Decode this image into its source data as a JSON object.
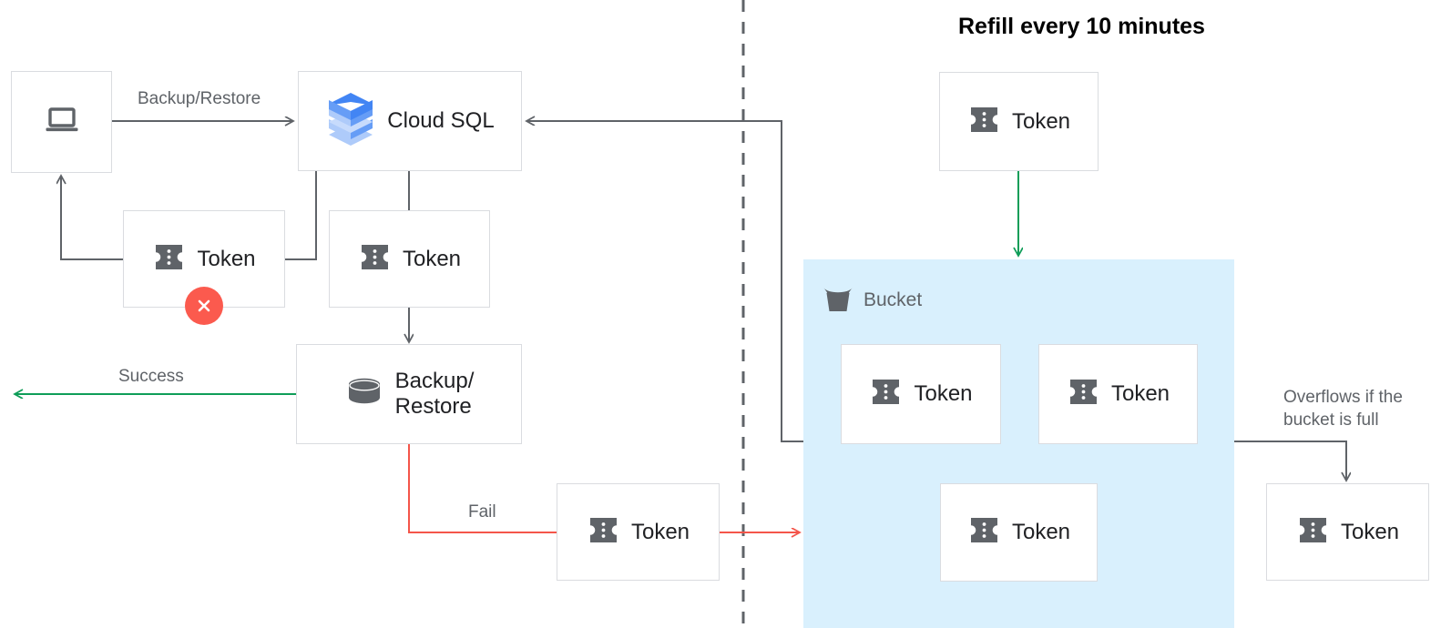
{
  "diagram": {
    "title": "Refill every 10 minutes",
    "colors": {
      "token_icon": "#5f6368",
      "box_border": "#dadce0",
      "bucket_fill": "#d9f0fd",
      "success_green": "#0f9d58",
      "refill_green": "#0f9d58",
      "fail_red": "#f4554a",
      "error_badge": "#fb5a4e",
      "arrow_gray": "#5f6368",
      "label_gray": "#5f6368",
      "cloudsql_blue_dark": "#4285f4",
      "cloudsql_blue_mid": "#669df6",
      "cloudsql_blue_light": "#aecbfa"
    }
  },
  "nodes": {
    "client": {
      "label": "",
      "icon": "laptop-icon"
    },
    "cloud_sql": {
      "label": "Cloud SQL",
      "icon": "cloud-sql-icon"
    },
    "token_rejected": {
      "label": "Token",
      "icon": "token-icon",
      "badge": "error-x-badge"
    },
    "token_consumed": {
      "label": "Token",
      "icon": "token-icon"
    },
    "backup_restore": {
      "label": "Backup/\nRestore",
      "icon": "database-icon"
    },
    "token_fail": {
      "label": "Token",
      "icon": "token-icon"
    },
    "token_refill": {
      "label": "Token",
      "icon": "token-icon"
    },
    "token_bucket_1": {
      "label": "Token",
      "icon": "token-icon"
    },
    "token_bucket_2": {
      "label": "Token",
      "icon": "token-icon"
    },
    "token_bucket_3": {
      "label": "Token",
      "icon": "token-icon"
    },
    "token_overflow": {
      "label": "Token",
      "icon": "token-icon"
    }
  },
  "bucket": {
    "label": "Bucket",
    "icon": "bucket-icon"
  },
  "edge_labels": {
    "backup_restore": "Backup/Restore",
    "success": "Success",
    "fail": "Fail",
    "overflow": "Overflows if the\nbucket is full"
  }
}
